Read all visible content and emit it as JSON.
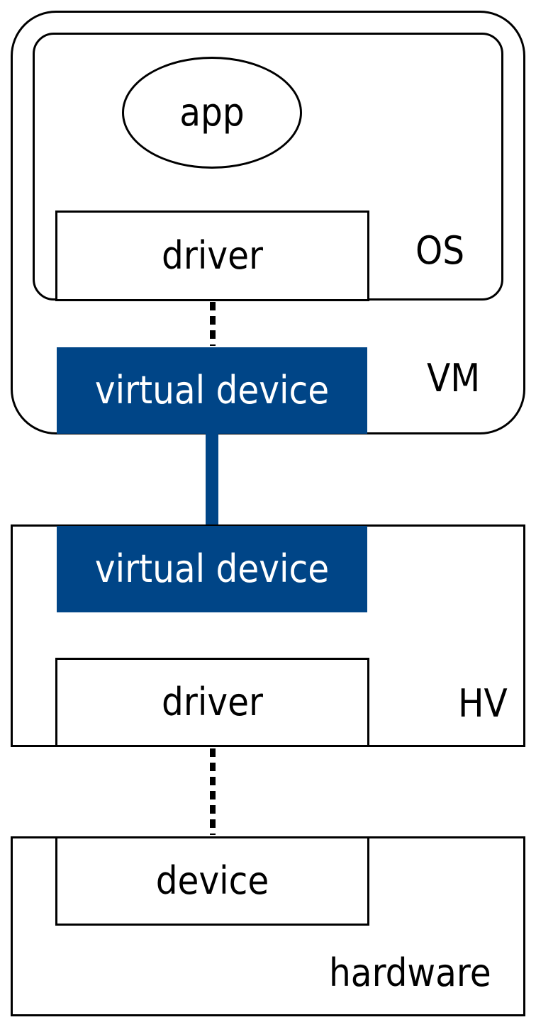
{
  "vm": {
    "label": "VM",
    "virtual_device": "virtual device"
  },
  "os": {
    "label": "OS",
    "app": "app",
    "driver": "driver"
  },
  "hv": {
    "label": "HV",
    "virtual_device": "virtual device",
    "driver": "driver"
  },
  "hardware": {
    "label": "hardware",
    "device": "device"
  },
  "colors": {
    "virtual_device_fill": "#004587",
    "line": "#000000",
    "background": "#ffffff"
  }
}
